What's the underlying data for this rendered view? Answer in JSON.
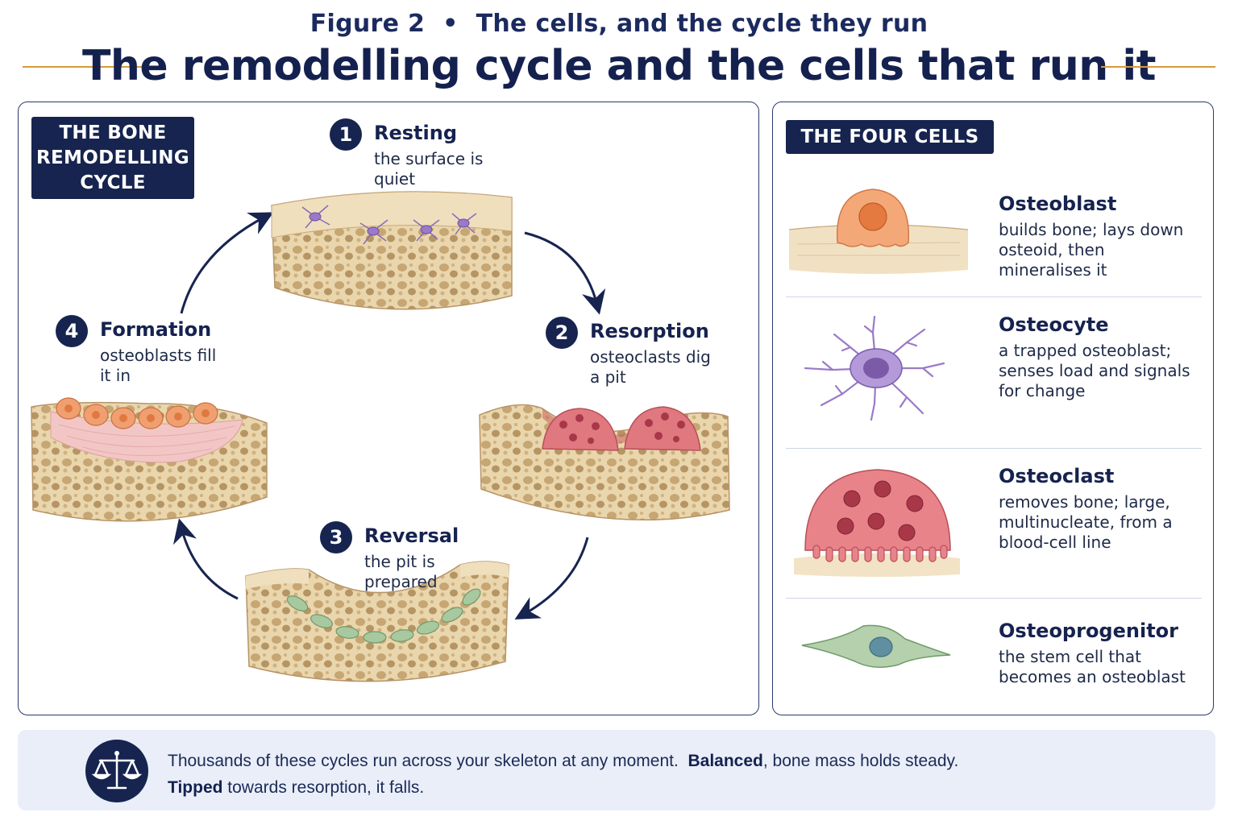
{
  "header": {
    "figure_label": "Figure 2",
    "separator": "•",
    "figure_subtitle": "The cells, and the cycle they run",
    "title": "The remodelling cycle and the cells that run it"
  },
  "cycle": {
    "heading_lines": [
      "THE BONE",
      "REMODELLING",
      "CYCLE"
    ],
    "steps": [
      {
        "num": "1",
        "title": "Resting",
        "desc": "the surface is quiet"
      },
      {
        "num": "2",
        "title": "Resorption",
        "desc": "osteoclasts dig a pit"
      },
      {
        "num": "3",
        "title": "Reversal",
        "desc": "the pit is prepared"
      },
      {
        "num": "4",
        "title": "Formation",
        "desc": "osteoblasts fill it in"
      }
    ]
  },
  "cells": {
    "heading": "THE FOUR CELLS",
    "items": [
      {
        "name": "Osteoblast",
        "desc": "builds bone; lays down osteoid, then mineralises it"
      },
      {
        "name": "Osteocyte",
        "desc": "a trapped osteoblast; senses load and signals for change"
      },
      {
        "name": "Osteoclast",
        "desc": "removes bone; large, multinucleate, from a blood-cell line"
      },
      {
        "name": "Osteoprogenitor",
        "desc": "the stem cell that becomes an osteoblast"
      }
    ]
  },
  "footer": {
    "text_1": "Thousands of these cycles run across your skeleton at any moment.",
    "bold_1": "Balanced",
    "text_2": ", bone mass holds steady.",
    "bold_2": "Tipped",
    "text_3": " towards resorption, it falls."
  },
  "colors": {
    "navy": "#16244f",
    "accent_rule": "#d89a3a",
    "bone": "#e8d2a8",
    "osteoblast": "#f0a070",
    "osteocyte": "#9a7ac8",
    "osteoclast": "#e07880",
    "osteoprogenitor": "#a8c8a0"
  }
}
